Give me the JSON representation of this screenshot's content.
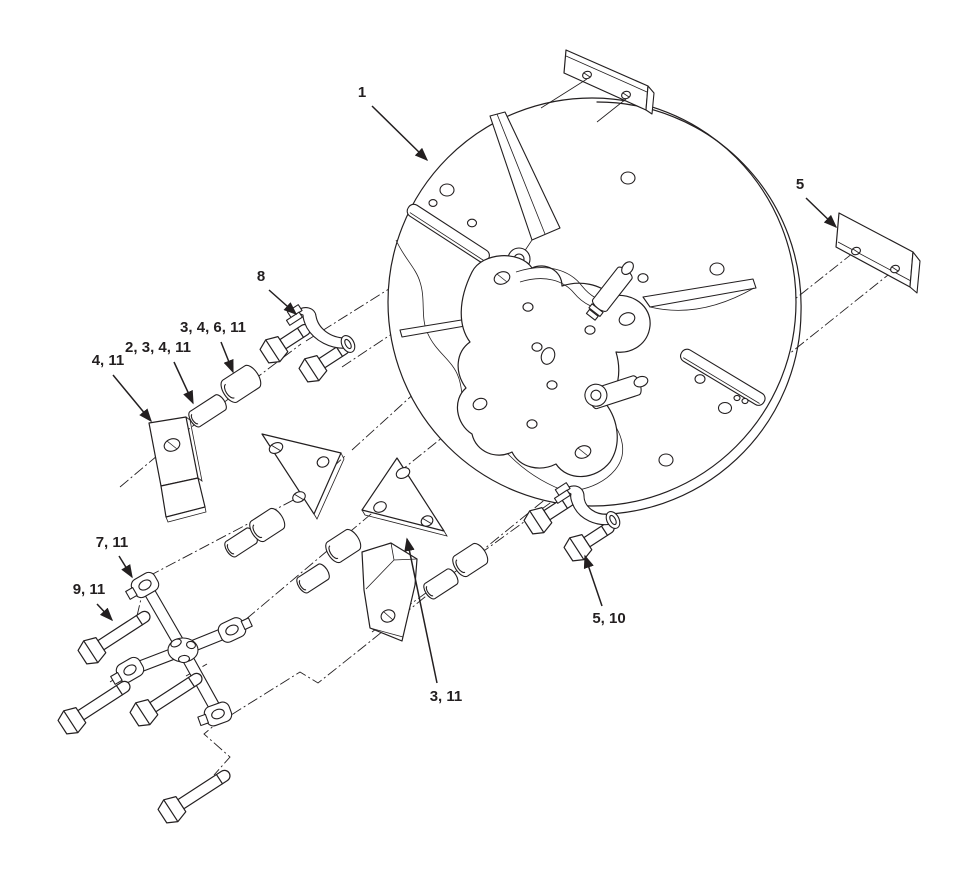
{
  "diagram": {
    "type": "exploded-parts-diagram",
    "background_color": "#ffffff",
    "line_color": "#231f20",
    "callouts": [
      {
        "label": "1"
      },
      {
        "label": "5"
      },
      {
        "label": "8"
      },
      {
        "label": "3, 4, 6, 11"
      },
      {
        "label": "2, 3, 4, 11"
      },
      {
        "label": "4, 11"
      },
      {
        "label": "7, 11"
      },
      {
        "label": "9, 11"
      },
      {
        "label": "5, 10"
      },
      {
        "label": "3, 11"
      }
    ]
  }
}
